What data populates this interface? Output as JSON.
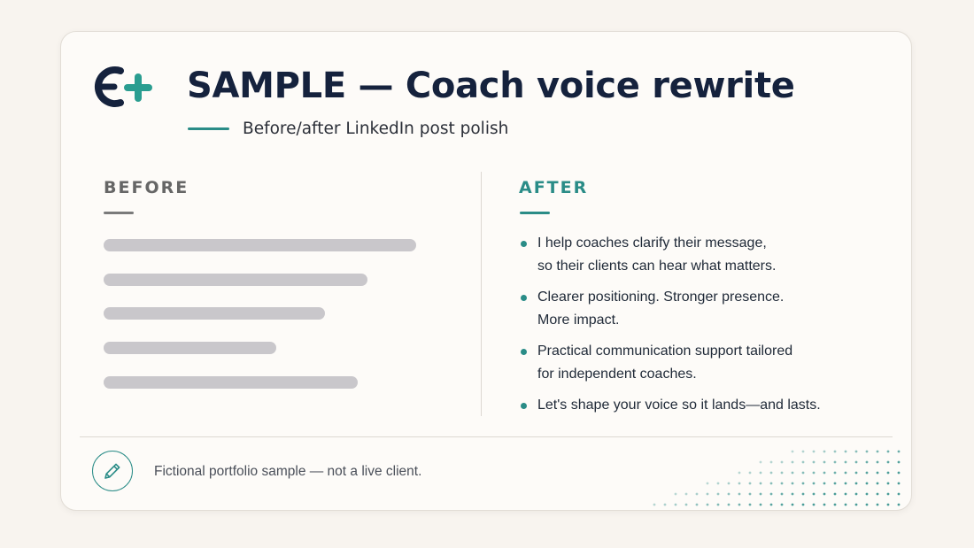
{
  "header": {
    "title": "SAMPLE — Coach voice rewrite",
    "subtitle": "Before/after LinkedIn post polish"
  },
  "before": {
    "heading": "BEFORE",
    "placeholder_line_count": 5
  },
  "after": {
    "heading": "AFTER",
    "items": [
      [
        "I help coaches clarify their message,",
        "so their clients can hear what matters."
      ],
      [
        "Clearer positioning. Stronger presence.",
        "More impact."
      ],
      [
        "Practical communication support tailored",
        "for independent coaches."
      ],
      [
        "Let's shape your voice so it lands—and lasts."
      ]
    ]
  },
  "footer": {
    "note": "Fictional portfolio sample — not a live client."
  },
  "colors": {
    "navy": "#15223d",
    "teal": "#2a8c87",
    "background": "#f8f4ef",
    "card": "#fdfbf8",
    "placeholder": "#c9c7cb"
  },
  "icons": {
    "logo": "e-plus-logo",
    "footer": "pencil-icon"
  }
}
